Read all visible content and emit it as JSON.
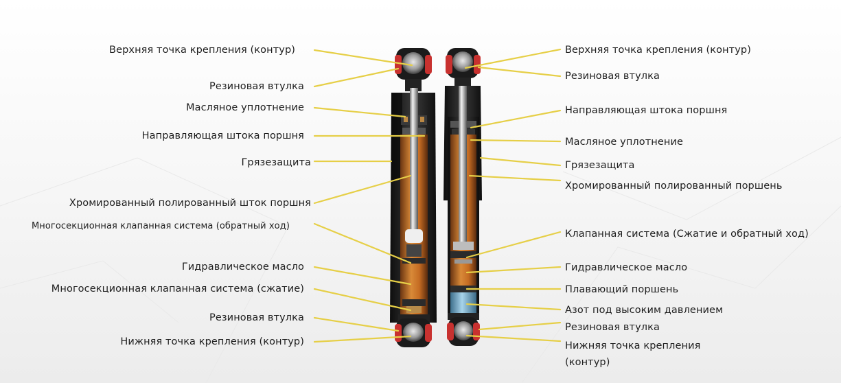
{
  "left_shock": {
    "labels": [
      "Верхняя точка крепления (контур)",
      "Резиновая втулка",
      "Масляное уплотнение",
      "Направляющая штока поршня",
      "Грязезащита",
      "Хромированный полированный шток поршня",
      "Многосекционная клапанная система (обратный ход)",
      "Гидравлическое масло",
      "Многосекционная клапанная система (сжатие)",
      "Резиновая втулка",
      "Нижняя точка крепления (контур)"
    ]
  },
  "right_shock": {
    "labels": [
      "Верхняя точка крепления (контур)",
      "Резиновая втулка",
      "Направляющая штока поршня",
      "Масляное уплотнение",
      "Грязезащита",
      "Хромированный полированный поршень",
      "Клапанная система (Сжатие и обратный ход)",
      "Гидравлическое масло",
      "Плавающий поршень",
      "Азот под высоким давлением",
      "Резиновая втулка",
      "Нижняя точка крепления (контур)"
    ]
  },
  "colors": {
    "leader_line": "#e6cf47",
    "bushing": "#c8312f",
    "oil": "#c9782a",
    "gas": "#6fa7c8",
    "body": "#1a1a1a"
  }
}
